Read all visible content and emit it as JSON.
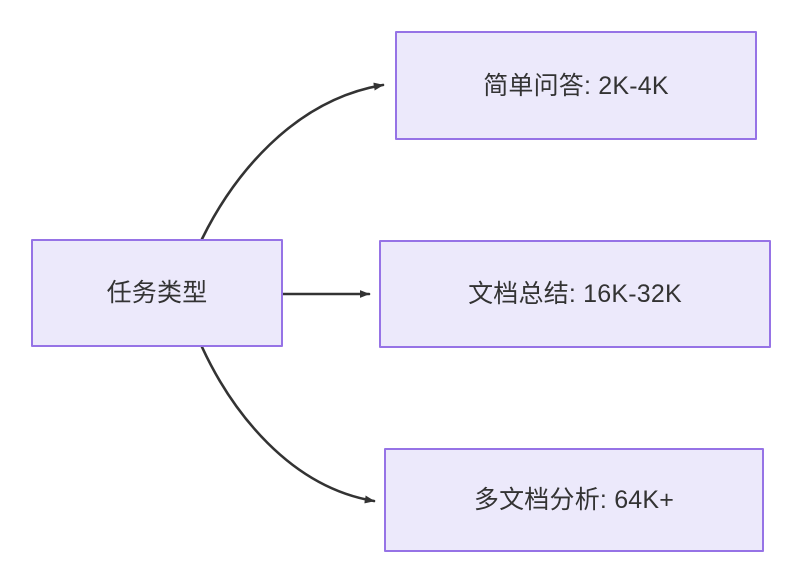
{
  "diagram": {
    "type": "flowchart",
    "direction": "left-to-right",
    "background_color": "#ffffff",
    "node_fill_color": "#ece9fb",
    "node_border_color": "#9673e6",
    "node_text_color": "#333333",
    "edge_color": "#333333",
    "nodes": [
      {
        "id": "source",
        "label": "任务类型"
      },
      {
        "id": "simple",
        "label": "简单问答: 2K-4K"
      },
      {
        "id": "summary",
        "label": "文档总结: 16K-32K"
      },
      {
        "id": "multi",
        "label": "多文档分析: 64K+"
      }
    ],
    "edges": [
      {
        "from": "source",
        "to": "simple",
        "style": "curved",
        "arrowhead": "filled-triangle",
        "label": ""
      },
      {
        "from": "source",
        "to": "summary",
        "style": "straight",
        "arrowhead": "filled-triangle",
        "label": ""
      },
      {
        "from": "source",
        "to": "multi",
        "style": "curved",
        "arrowhead": "filled-triangle",
        "label": ""
      }
    ]
  }
}
